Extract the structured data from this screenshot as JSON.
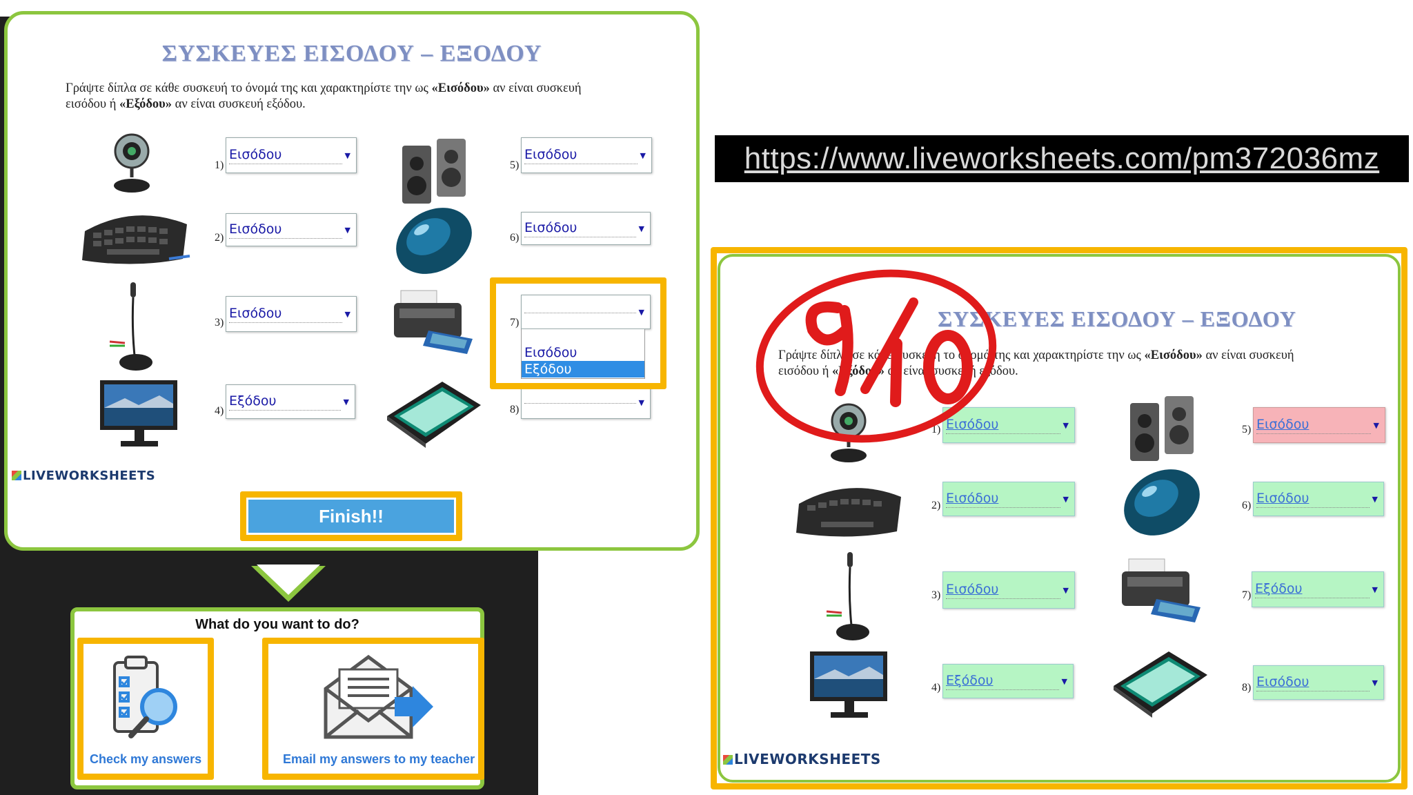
{
  "worksheet": {
    "title": "ΣΥΣΚΕΥΕΣ ΕΙΣΟΔΟΥ – ΕΞΟΔΟΥ",
    "instruction_line1_pre": "Γράψτε δίπλα σε κάθε συσκευή το όνομά της και χαρακτηρίστε την ως ",
    "instruction_bold1": "«Εισόδου»",
    "instruction_line1_post": " αν είναι συσκευή",
    "instruction_line2_pre": "εισόδου ή ",
    "instruction_bold2": "«Εξόδου»",
    "instruction_line2_post": " αν είναι συσκευή εξόδου.",
    "items": [
      {
        "num": "1)",
        "value": "Εισόδου",
        "device": "webcam-icon"
      },
      {
        "num": "2)",
        "value": "Εισόδου",
        "device": "keyboard-icon"
      },
      {
        "num": "3)",
        "value": "Εισόδου",
        "device": "microphone-icon"
      },
      {
        "num": "4)",
        "value": "Εξόδου",
        "device": "monitor-icon"
      },
      {
        "num": "5)",
        "value": "Εισόδου",
        "device": "speakers-icon"
      },
      {
        "num": "6)",
        "value": "Εισόδου",
        "device": "mouse-icon"
      },
      {
        "num": "7)",
        "value": "",
        "device": "printer-icon"
      },
      {
        "num": "8)",
        "value": "",
        "device": "scanner-icon"
      }
    ],
    "dropdown_options": [
      "Εισόδου",
      "Εξόδου"
    ],
    "dropdown_selected": "Εξόδου",
    "logo": "LIVEWORKSHEETS",
    "finish_label": "Finish!!"
  },
  "action_dialog": {
    "title": "What do you want to do?",
    "check_label": "Check my answers",
    "email_label": "Email my answers to my teacher"
  },
  "url": "https://www.liveworksheets.com/pm372036mz",
  "result": {
    "title": "ΣΥΣΚΕΥΕΣ ΕΙΣΟΔΟΥ – ΕΞΟΔΟΥ",
    "score": "9/10",
    "items": [
      {
        "num": "1)",
        "value": "Εισόδου",
        "status": "correct"
      },
      {
        "num": "2)",
        "value": "Εισόδου",
        "status": "correct"
      },
      {
        "num": "3)",
        "value": "Εισόδου",
        "status": "correct"
      },
      {
        "num": "4)",
        "value": "Εξόδου",
        "status": "correct"
      },
      {
        "num": "5)",
        "value": "Εισόδου",
        "status": "wrong"
      },
      {
        "num": "6)",
        "value": "Εισόδου",
        "status": "correct"
      },
      {
        "num": "7)",
        "value": "Εξόδου",
        "status": "correct"
      },
      {
        "num": "8)",
        "value": "Εισόδου",
        "status": "correct"
      }
    ],
    "logo": "LIVEWORKSHEETS"
  },
  "colors": {
    "green_border": "#8cc63f",
    "highlight_yellow": "#f7b500",
    "finish_blue": "#4aa3df",
    "correct_green": "#b6f5c4",
    "wrong_red": "#f7b3b8",
    "score_red": "#e01b1b"
  }
}
